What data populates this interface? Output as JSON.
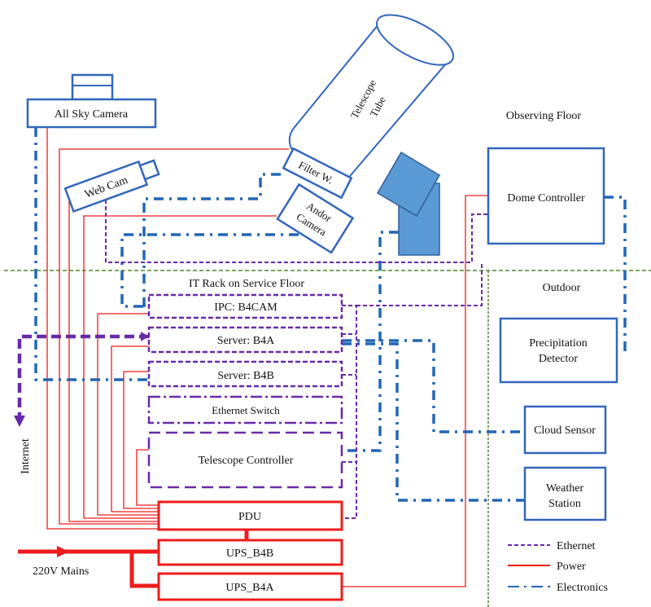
{
  "diagram": {
    "regions": {
      "observing_floor": "Observing Floor",
      "it_rack": "IT Rack on Service Floor",
      "outdoor": "Outdoor"
    },
    "devices": {
      "all_sky_camera": "All Sky Camera",
      "web_cam": "Web Cam",
      "telescope_tube_line1": "Telescope",
      "telescope_tube_line2": "Tube",
      "filter_wheel": "Filter W.",
      "andor_camera_line1": "Andor",
      "andor_camera_line2": "Camera",
      "dome_controller": "Dome Controller",
      "precipitation_detector_line1": "Precipitation",
      "precipitation_detector_line2": "Detector",
      "cloud_sensor": "Cloud Sensor",
      "weather_station_line1": "Weather",
      "weather_station_line2": "Station"
    },
    "rack": {
      "ipc": "IPC: B4CAM",
      "server_a": "Server: B4A",
      "server_b": "Server: B4B",
      "ethernet_switch": "Ethernet Switch",
      "telescope_controller": "Telescope Controller",
      "pdu": "PDU",
      "ups_b4b": "UPS_B4B",
      "ups_b4a": "UPS_B4A"
    },
    "external": {
      "internet": "Internet",
      "mains": "220V Mains"
    },
    "legend": {
      "ethernet": "Ethernet",
      "power": "Power",
      "electronics": "Electronics"
    },
    "colors": {
      "ethernet": "#6a2aa8",
      "power": "#ee1c1c",
      "electronics": "#2266b5",
      "device_outline": "#3366bb",
      "mount_fill": "#5b9bd5",
      "floor_divider": "#4e8a2a"
    }
  }
}
